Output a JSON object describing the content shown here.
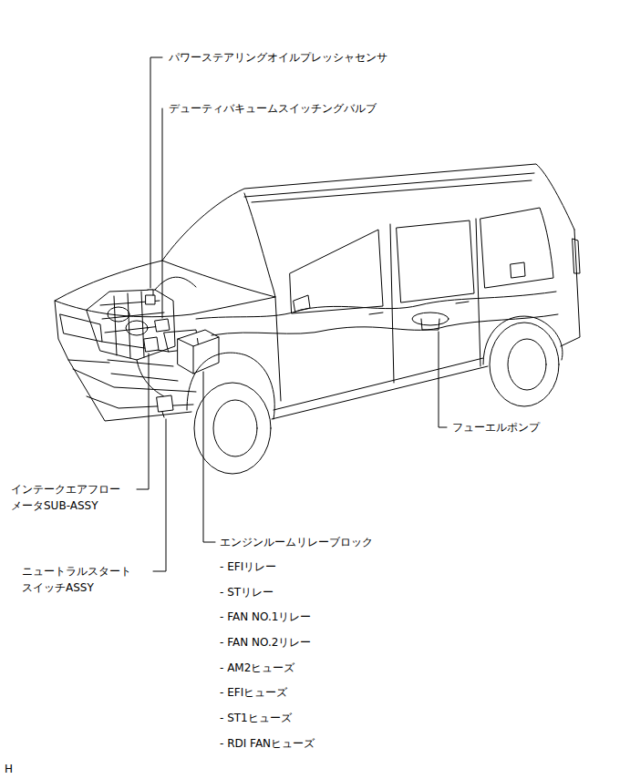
{
  "diagram": {
    "labels": [
      "パワーステアリングオイルプレッシャセンサ",
      "デューティバキュームスイッチングバルブ",
      "フューエルポンプ",
      "インテークエアフロー メータSUB-ASSY",
      "ニュートラルスタート スイッチASSY",
      "エンジンルームリレーブロック",
      "- EFIリレー",
      "- STリレー",
      "- FAN NO.1リレー",
      "- FAN NO.2リレー",
      "- AM2ヒューズ",
      "- EFIヒューズ",
      "- ST1ヒューズ",
      "- RDI FANヒューズ",
      "H"
    ]
  }
}
